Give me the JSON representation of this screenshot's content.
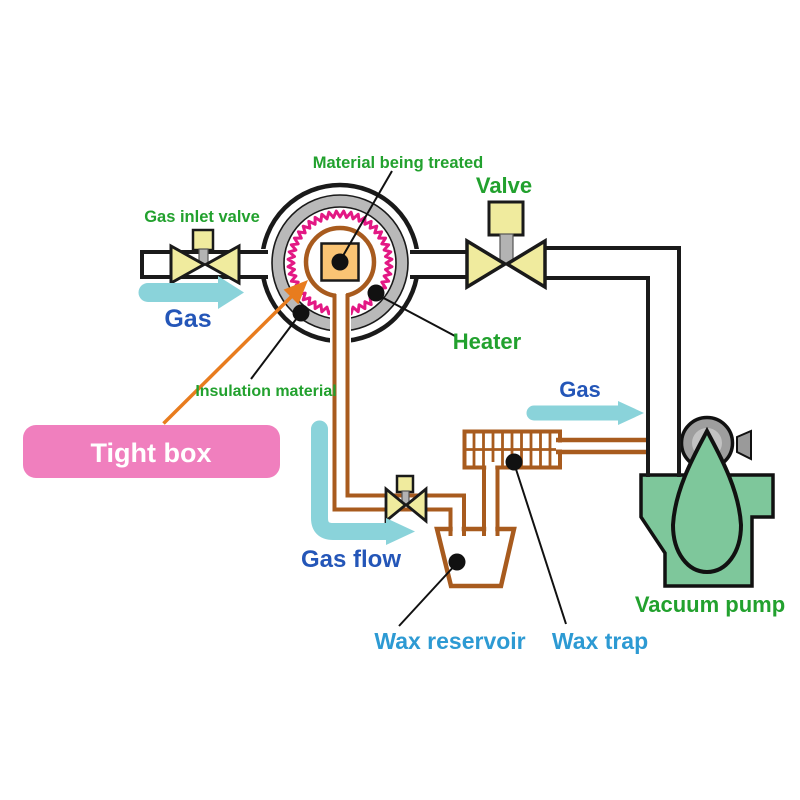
{
  "labels": {
    "material_being_treated": "Material being treated",
    "valve": "Valve",
    "gas_inlet_valve": "Gas inlet valve",
    "gas_in": "Gas",
    "heater": "Heater",
    "insulation_material": "Insulation material",
    "tight_box": "Tight box",
    "gas_out": "Gas",
    "gas_flow": "Gas flow",
    "wax_reservoir": "Wax reservoir",
    "wax_trap": "Wax trap",
    "vacuum_pump": "Vacuum pump"
  },
  "colors": {
    "green_label": "#22A12E",
    "blue_label": "#2456B8",
    "light_blue_label": "#2D9AD3",
    "white_text": "#FFFFFF",
    "pink_box": "#F07FBE",
    "cyan_arrow": "#8AD3DA",
    "brown_pipe": "#A85B1E",
    "heater_coil": "#E31884",
    "valve_yellow": "#F0EB9E",
    "insulation_gray": "#B9B9B9",
    "pump_green": "#7EC79B",
    "material_orange": "#FAC474",
    "orange_arrow": "#E87C1E",
    "outline_black": "#1A1A1A"
  }
}
